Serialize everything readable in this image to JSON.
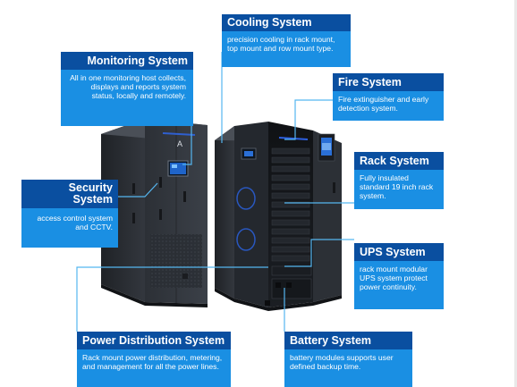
{
  "callouts": {
    "monitoring": {
      "title": "Monitoring System",
      "text": "All in one monitoring host collects, displays and reports system status, locally and remotely."
    },
    "cooling": {
      "title": "Cooling System",
      "text": "precision cooling in rack mount, top mount and row mount type."
    },
    "fire": {
      "title": "Fire System",
      "text": "Fire extinguisher and early detection system."
    },
    "security": {
      "title": "Security System",
      "text": "access control system and CCTV."
    },
    "rack": {
      "title": "Rack System",
      "text": "Fully insulated standard 19 inch rack system."
    },
    "ups": {
      "title": "UPS System",
      "text": "rack mount modular UPS system protect power continuity."
    },
    "power_distribution": {
      "title": "Power Distribution System",
      "text": "Rack mount power distribution, metering, and management for all the power lines."
    },
    "battery": {
      "title": "Battery System",
      "text": "battery modules supports user defined backup time."
    }
  },
  "colors": {
    "header_dark_blue": "#0a4fa0",
    "body_light_blue": "#1a8fe3",
    "leader_line": "#55b6f0",
    "cabinet_dark": "#2a2d33"
  },
  "images": {
    "closed_cabinet": "closed-cabinet-illustration",
    "open_cabinet": "open-cabinet-illustration"
  }
}
